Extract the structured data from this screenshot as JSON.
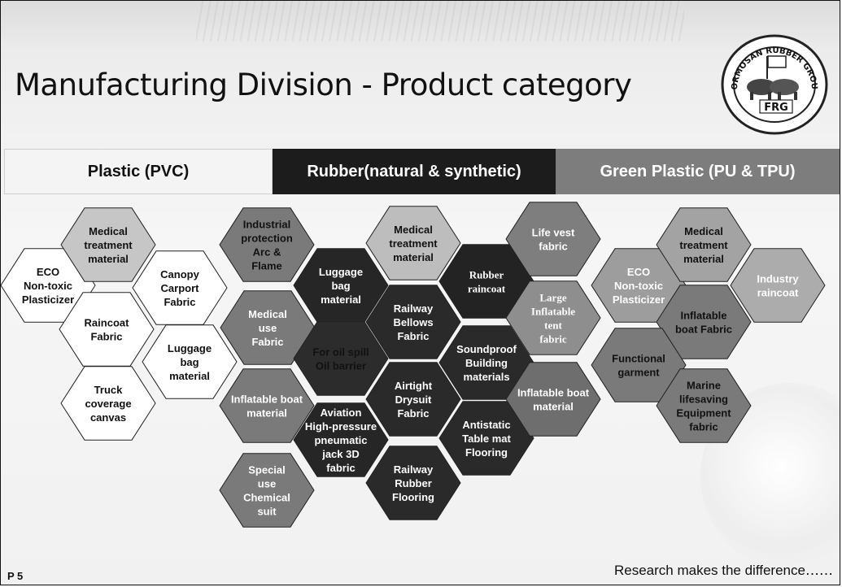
{
  "title": "Manufacturing  Division  - Product category",
  "logo": {
    "arc_top": "RUBBER GROUP",
    "arc_left": "FORMOSAN",
    "center_text": "FRG",
    "icon": "elephant-emblem-icon"
  },
  "categories": [
    {
      "label": "Plastic (PVC)"
    },
    {
      "label": "Rubber(natural & synthetic)"
    },
    {
      "label": "Green Plastic (PU & TPU)"
    }
  ],
  "products": [
    {
      "lines": [
        "ECO",
        "Non-toxic",
        "Plasticizer"
      ],
      "fill": "#ffffff",
      "text": "#111111"
    },
    {
      "lines": [
        "Medical",
        "treatment",
        "material"
      ],
      "fill": "#c6c6c6",
      "text": "#111111"
    },
    {
      "lines": [
        "Canopy",
        "Carport",
        "Fabric"
      ],
      "fill": "#ffffff",
      "text": "#111111"
    },
    {
      "lines": [
        "Raincoat",
        "Fabric"
      ],
      "fill": "#ffffff",
      "text": "#111111"
    },
    {
      "lines": [
        "Luggage",
        "bag",
        "material"
      ],
      "fill": "#ffffff",
      "text": "#111111"
    },
    {
      "lines": [
        "Truck",
        "coverage",
        "canvas"
      ],
      "fill": "#ffffff",
      "text": "#111111"
    },
    {
      "lines": [
        "Industrial",
        "protection",
        "Arc &",
        "Flame"
      ],
      "fill": "#7a7a7a",
      "text": "#111111"
    },
    {
      "lines": [
        "Medical",
        "use",
        "Fabric"
      ],
      "fill": "#7a7a7a",
      "text": "#ffffff"
    },
    {
      "lines": [
        "Inflatable boat",
        "material"
      ],
      "fill": "#7a7a7a",
      "text": "#ffffff"
    },
    {
      "lines": [
        "Special",
        "use",
        "Chemical",
        "suit"
      ],
      "fill": "#7a7a7a",
      "text": "#ffffff"
    },
    {
      "lines": [
        "Luggage",
        "bag",
        "material"
      ],
      "fill": "#262626",
      "text": "#ffffff"
    },
    {
      "lines": [
        "For oil spill",
        "Oil barrier"
      ],
      "fill": "#2c2c2c",
      "text": "#111111"
    },
    {
      "lines": [
        "Aviation",
        "High-pressure",
        "pneumatic",
        "jack 3D",
        "fabric"
      ],
      "fill": "#262626",
      "text": "#ffffff"
    },
    {
      "lines": [
        "Medical",
        "treatment",
        "material"
      ],
      "fill": "#bdbdbd",
      "text": "#111111"
    },
    {
      "lines": [
        "Railway",
        "Bellows",
        "Fabric"
      ],
      "fill": "#2a2a2a",
      "text": "#ffffff"
    },
    {
      "lines": [
        "Airtight",
        "Drysuit",
        "Fabric"
      ],
      "fill": "#2a2a2a",
      "text": "#ffffff"
    },
    {
      "lines": [
        "Railway",
        "Rubber",
        "Flooring"
      ],
      "fill": "#2a2a2a",
      "text": "#ffffff"
    },
    {
      "lines": [
        "Rubber",
        "raincoat"
      ],
      "fill": "#232323",
      "text": "#ffffff",
      "serif": true
    },
    {
      "lines": [
        "Soundproof",
        "Building",
        "materials"
      ],
      "fill": "#2a2a2a",
      "text": "#ffffff"
    },
    {
      "lines": [
        "Antistatic",
        "Table mat",
        "Flooring"
      ],
      "fill": "#2a2a2a",
      "text": "#ffffff"
    },
    {
      "lines": [
        "Life vest",
        "fabric"
      ],
      "fill": "#7e7e7e",
      "text": "#ffffff"
    },
    {
      "lines": [
        "Large",
        "Inflatable",
        "tent",
        "fabric"
      ],
      "fill": "#8e8e8e",
      "text": "#ffffff",
      "serif": true
    },
    {
      "lines": [
        "Inflatable boat",
        "material"
      ],
      "fill": "#6e6e6e",
      "text": "#ffffff"
    },
    {
      "lines": [
        "ECO",
        "Non-toxic",
        "Plasticizer"
      ],
      "fill": "#9d9d9d",
      "text": "#ffffff"
    },
    {
      "lines": [
        "Medical",
        "treatment",
        "material"
      ],
      "fill": "#a3a3a3",
      "text": "#111111"
    },
    {
      "lines": [
        "Industry",
        "raincoat"
      ],
      "fill": "#acacac",
      "text": "#ffffff"
    },
    {
      "lines": [
        "Inflatable",
        "boat Fabric"
      ],
      "fill": "#7a7a7a",
      "text": "#111111"
    },
    {
      "lines": [
        "Functional",
        "garment"
      ],
      "fill": "#7a7a7a",
      "text": "#111111"
    },
    {
      "lines": [
        "Marine",
        "lifesaving",
        "Equipment",
        "fabric"
      ],
      "fill": "#7a7a7a",
      "text": "#111111"
    }
  ],
  "footer": {
    "page": "P 5",
    "tagline": "Research makes the difference‥‥‥"
  }
}
